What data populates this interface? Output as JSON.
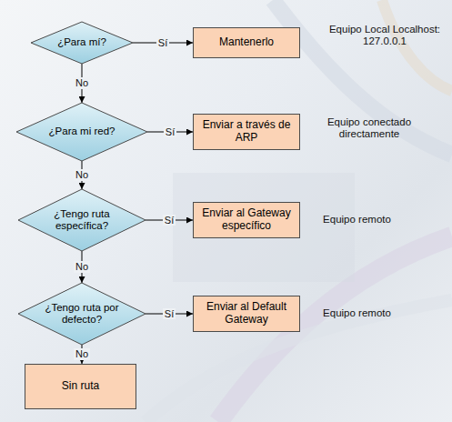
{
  "diagram": {
    "nodes": [
      {
        "text": [
          "¿Para mí?"
        ]
      },
      {
        "text": [
          "Mantenerlo"
        ]
      },
      {
        "text": [
          "¿Para mi red?"
        ]
      },
      {
        "text": [
          "Enviar a través de ARP"
        ]
      },
      {
        "text": [
          "¿Tengo ruta específica?"
        ]
      },
      {
        "text": [
          "Enviar al Gateway específico"
        ]
      },
      {
        "text": [
          "¿Tengo ruta por defecto?"
        ]
      },
      {
        "text": [
          "Enviar al Default Gateway"
        ]
      },
      {
        "text": [
          "Sin ruta"
        ]
      }
    ],
    "edges": [
      {
        "from": 0,
        "to": 1,
        "label": "Sí",
        "arrow": "to"
      },
      {
        "from": 0,
        "to": 2,
        "label": "No",
        "arrow": "to"
      },
      {
        "from": 2,
        "to": 3,
        "label": "Sí",
        "arrow": "to"
      },
      {
        "from": 2,
        "to": 4,
        "label": "No",
        "arrow": "to"
      },
      {
        "from": 4,
        "to": 5,
        "label": "Sí",
        "arrow": "to"
      },
      {
        "from": 4,
        "to": 6,
        "label": "No",
        "arrow": "to"
      },
      {
        "from": 6,
        "to": 7,
        "label": "Sí",
        "arrow": "to"
      },
      {
        "from": 6,
        "to": 8,
        "label": "No",
        "arrow": "to"
      }
    ],
    "labels": [
      "Equipo Local Localhost: 127.0.0.1",
      "Equipo conectado directamente",
      "Equipo remoto",
      "Equipo remoto"
    ]
  }
}
